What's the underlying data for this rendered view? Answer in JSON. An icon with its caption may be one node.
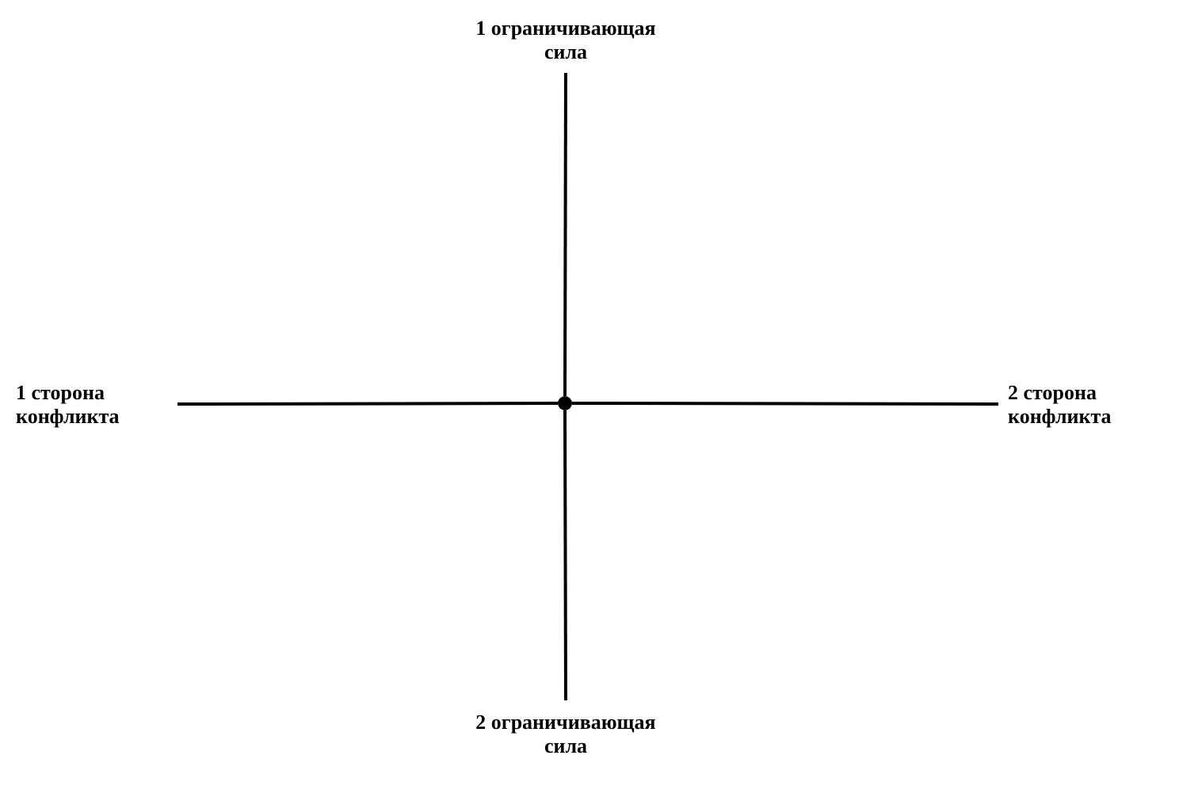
{
  "diagram": {
    "nodes": [
      {
        "text": [
          "1 ограничивающая сила"
        ]
      },
      {
        "text": [
          "1 сторона конфликта"
        ]
      },
      {
        "text": [],
        "shape": "circle"
      },
      {
        "text": [
          "2 сторона конфликта"
        ]
      },
      {
        "text": [
          "2 ограничивающая сила"
        ]
      }
    ],
    "edges": [
      {
        "from": 2,
        "to": 0,
        "arrow": "none"
      },
      {
        "from": 2,
        "to": 1,
        "arrow": "none"
      },
      {
        "from": 2,
        "to": 3,
        "arrow": "none"
      },
      {
        "from": 2,
        "to": 4,
        "arrow": "none"
      }
    ]
  }
}
